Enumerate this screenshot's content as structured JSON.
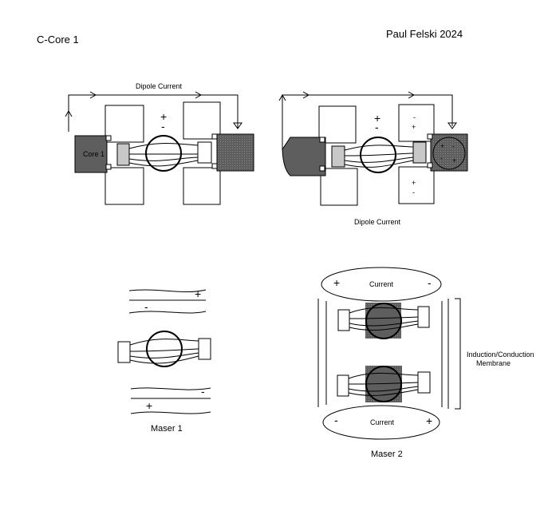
{
  "header": {
    "title": "C-Core 1",
    "author": "Paul Felski 2024"
  },
  "diagram1": {
    "top_label": "Dipole Current",
    "core_label": "Core 1",
    "sign_plus": "+",
    "sign_minus": "-"
  },
  "diagram2": {
    "bottom_label": "Dipole Current",
    "sign_tr_1": "-",
    "sign_tr_2": "+",
    "sign_br_1": "+",
    "sign_br_2": "-",
    "core_signs": [
      "+",
      "-",
      "-",
      "+"
    ]
  },
  "maser1": {
    "caption": "Maser 1",
    "top_plus": "+",
    "top_minus": "-",
    "bottom_minus": "-",
    "bottom_plus": "+"
  },
  "maser2": {
    "caption": "Maser 2",
    "top_current": "Current",
    "bottom_current": "Current",
    "top_plus": "+",
    "top_minus": "-",
    "bottom_minus": "-",
    "bottom_plus": "+",
    "membrane_label_1": "Induction/Conduction",
    "membrane_label_2": "Membrane"
  }
}
